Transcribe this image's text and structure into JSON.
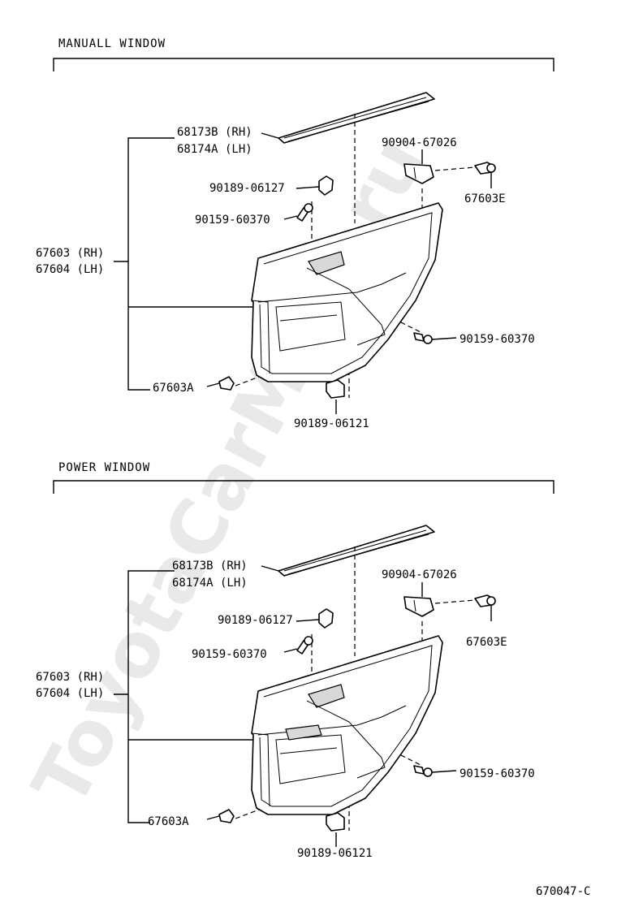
{
  "watermark": "ToyotaCarMine.ru",
  "sections": [
    {
      "title": "MANUALL WINDOW",
      "labels": {
        "weatherstrip_rh": "68173B (RH)",
        "weatherstrip_lh": "68174A (LH)",
        "clip_top": "90189-06127",
        "screw_top": "90159-60370",
        "panel_rh": "67603 (RH)",
        "panel_lh": "67604 (LH)",
        "clip_side": "67603A",
        "pad": "90904-67026",
        "plug": "67603E",
        "screw_right": "90159-60370",
        "clip_bottom": "90189-06121"
      }
    },
    {
      "title": "POWER WINDOW",
      "labels": {
        "weatherstrip_rh": "68173B (RH)",
        "weatherstrip_lh": "68174A (LH)",
        "clip_top": "90189-06127",
        "screw_top": "90159-60370",
        "panel_rh": "67603 (RH)",
        "panel_lh": "67604 (LH)",
        "clip_side": "67603A",
        "pad": "90904-67026",
        "plug": "67603E",
        "screw_right": "90159-60370",
        "clip_bottom": "90189-06121"
      }
    }
  ],
  "figure_code": "670047-C"
}
